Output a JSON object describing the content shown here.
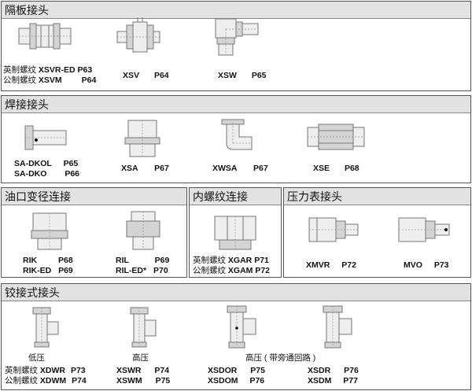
{
  "sections": {
    "bulkhead": {
      "title": "隔板接头",
      "items": [
        {
          "lines": [
            {
              "thread": "英制螺纹",
              "code": "XSVR-ED",
              "page": "P63"
            },
            {
              "thread": "公制螺纹",
              "code": "XSVM",
              "page": "P64"
            }
          ]
        },
        {
          "code": "XSV",
          "page": "P64"
        },
        {
          "code": "XSW",
          "page": "P65"
        }
      ]
    },
    "weld": {
      "title": "焊接接头",
      "items": [
        {
          "lines": [
            {
              "code": "SA-DKOL",
              "page": "P65"
            },
            {
              "code": "SA-DKO",
              "page": "P66"
            }
          ]
        },
        {
          "code": "XSA",
          "page": "P67"
        },
        {
          "code": "XWSA",
          "page": "P67"
        },
        {
          "code": "XSE",
          "page": "P68"
        }
      ]
    },
    "port_reducer": {
      "title": "油口变径连接",
      "items": [
        {
          "lines": [
            {
              "code": "RIK",
              "page": "P68"
            },
            {
              "code": "RIK-ED",
              "page": "P69"
            }
          ]
        },
        {
          "lines": [
            {
              "code": "RIL",
              "page": "P69"
            },
            {
              "code": "RIL-ED*",
              "page": "P70"
            }
          ]
        }
      ]
    },
    "female_thread": {
      "title": "内螺纹连接",
      "items": [
        {
          "lines": [
            {
              "thread": "英制螺纹",
              "code": "XGAR",
              "page": "P71"
            },
            {
              "thread": "公制螺纹",
              "code": "XGAM",
              "page": "P72"
            }
          ]
        }
      ]
    },
    "gauge": {
      "title": "压力表接头",
      "items": [
        {
          "code": "XMVR",
          "page": "P72"
        },
        {
          "code": "MVO",
          "page": "P73"
        }
      ]
    },
    "banjo": {
      "title": "铰接式接头",
      "captions": {
        "low": "低压",
        "high": "高压",
        "high_bypass": "高压 ( 带旁通回路 )"
      },
      "items": [
        {
          "lines": [
            {
              "thread": "英制螺纹",
              "code": "XDWR",
              "page": "P73"
            },
            {
              "thread": "公制螺纹",
              "code": "XDWM",
              "page": "P74"
            }
          ]
        },
        {
          "lines": [
            {
              "code": "XSWR",
              "page": "P74"
            },
            {
              "code": "XSWM",
              "page": "P75"
            }
          ]
        },
        {
          "lines": [
            {
              "code": "XSDOR",
              "page": "P75"
            },
            {
              "code": "XSDOM",
              "page": "P76"
            }
          ]
        },
        {
          "lines": [
            {
              "code": "XSDR",
              "page": "P76"
            },
            {
              "code": "XSDM",
              "page": "P77"
            }
          ]
        }
      ]
    }
  },
  "colors": {
    "header_bg": "#e2e2e2",
    "border": "#555555",
    "part_fill": "#eeeeee",
    "part_dark": "#d4d4d4"
  }
}
